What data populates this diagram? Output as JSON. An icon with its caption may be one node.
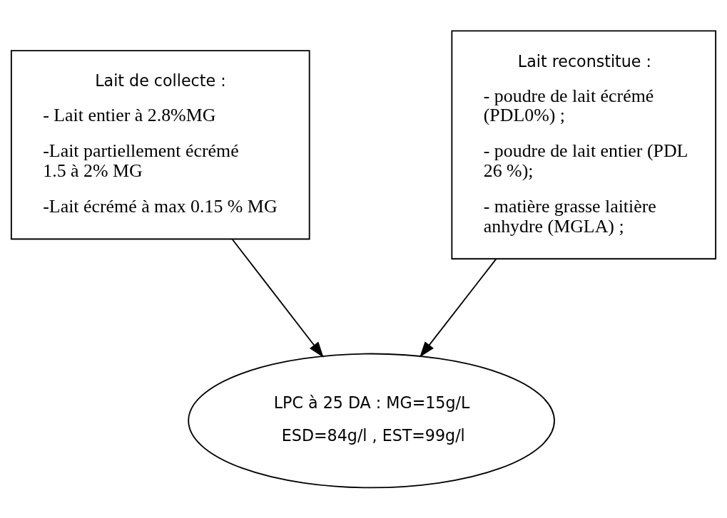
{
  "diagram": {
    "nodes": [
      {
        "text": [
          "Lait de collecte :",
          "- Lait entier à 2.8%MG",
          "-Lait partiellement écrémé 1.5 à 2% MG",
          "-Lait écrémé à max 0.15 % MG"
        ]
      },
      {
        "text": [
          "Lait reconstitue :",
          "- poudre de lait écrémé (PDL0%) ;",
          "- poudre de lait entier (PDL 26 %);",
          "- matière grasse laitière anhydre (MGLA) ;"
        ]
      },
      {
        "text": [
          "LPC à 25 DA : MG=15g/L",
          "ESD=84g/l , EST=99g/l"
        ]
      }
    ],
    "edges": [
      {
        "from": 0,
        "to": 2,
        "arrow": "to"
      },
      {
        "from": 1,
        "to": 2,
        "arrow": "to"
      }
    ]
  }
}
